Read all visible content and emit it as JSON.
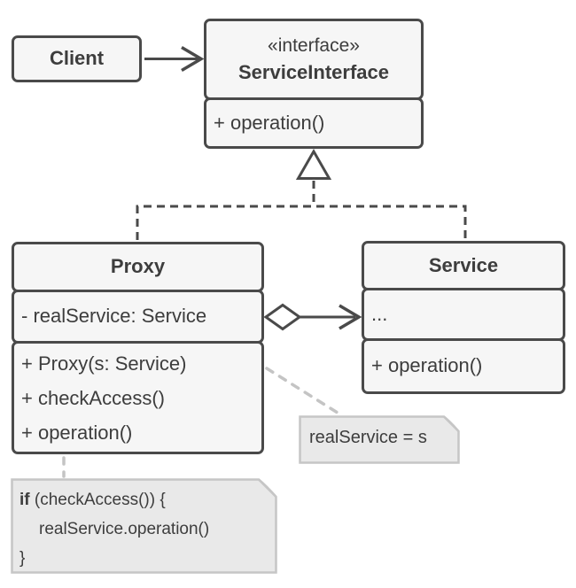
{
  "classes": {
    "client": {
      "name": "Client"
    },
    "service_interface": {
      "stereotype": "«interface»",
      "name": "ServiceInterface",
      "methods": [
        "+ operation()"
      ]
    },
    "proxy": {
      "name": "Proxy",
      "attributes": [
        "- realService: Service"
      ],
      "methods": [
        "+ Proxy(s: Service)",
        "+ checkAccess()",
        "+ operation()"
      ]
    },
    "service": {
      "name": "Service",
      "attributes": [
        "..."
      ],
      "methods": [
        "+ operation()"
      ]
    }
  },
  "notes": {
    "assignment": {
      "text": "realService = s"
    },
    "code": {
      "line1_bold": "if",
      "line1_rest": " (checkAccess()) {",
      "line2": "realService.operation()",
      "line3": "}"
    }
  },
  "colors": {
    "stroke": "#4a4a4a",
    "box_fill": "#f6f6f6",
    "note_fill": "#e9e9e9",
    "note_border": "#c6c6c6",
    "light_dash": "#c4c4c4",
    "text": "#3d3d3d"
  }
}
